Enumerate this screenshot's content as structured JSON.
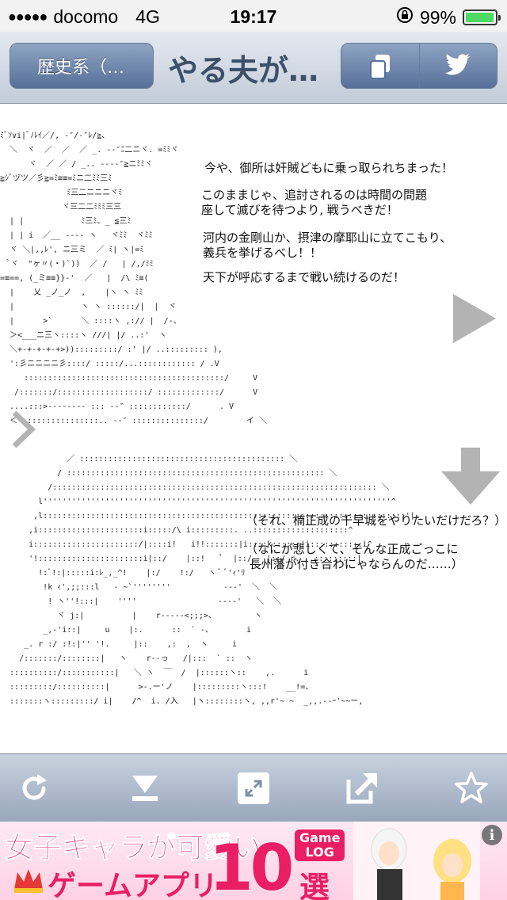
{
  "status": {
    "carrier": "docomo",
    "network": "4G",
    "time": "19:17",
    "battery": "99%"
  },
  "navbar": {
    "back_label": "歴史系（…",
    "title": "やる夫が…"
  },
  "aa_top": "ﾐﾞｿvi|ﾞﾉﾚｲ／/, -″/-″ﾚ/≧、\n  ＼  ヾ  ／  ／  ／ _. -‐″ﾆ二ニヾ. =ﾐﾐヾ\n      ヾ  ／ ／ / _.. -‐‐‐″≧ニﾐﾐヾ\n≧ｼﾞヅツ／彡≧=ﾐ≡≡=ﾐニ二ﾐﾐ三ﾐ\n              ﾐ三二ニニニヾﾐ\n             ヾ三二二ﾐﾐﾐ三三\n  | |            ﾐ三ﾐ、_ ≦三ﾐ\n  | | i  ／__ ---- ヽ   ヾﾐﾐ  ヾﾐﾐ\n  ヾ ＼|,,ﾚ', ニ三ミ  ／ ﾐ| ヽ|=ﾐ\n  ﾟヾ  \"ヶ〃(・)`))  ／ /   | /,/ﾐﾐ\n=≡==, (_ミ≡≡}}-'  ／   |  /\\ ﾐ≡(\n  |    乂 _ノ_ノ  ,    |ヽ ヽ ﾐﾐ\n  |              ヽ ヽ ::::::/|  |  ヾ\n  |      >`      ＼ ::::ヽ ,:// |  /-、\n  ＞<___ニ三ヽ::::ヽ ///| |/ ..:'  ヽ\n  ＼+-+-+-+-+>)):::::::::/ :' |/ ..::::::::: ),\n  ':彡ニニニニ彡::::/ :::::/...:::::::::::: / .V\n     ::::::::::::::::::::::::::::::::::::::::::/     V\n   /:::::::/:::::::::::::::::::/ :::::::::::::/      V\n  ....:::>-------- ::: -‐″ ::::::::::::/      . V\n  ＜ ::::::::::::::::.. -‐″ :::::::::::::::/        イ ＼",
  "dialog_top": [
    "今や、御所は奸賊どもに乗っ取られちまった！",
    "このままじゃ、追討されるのは時間の問題\n座して滅びを待つより, 戦うべきだ！",
    "河内の金剛山か、摂津の摩耶山に立てこもり、\n義兵を挙げるべし！！",
    "天下が呼応するまで戦い続けるのだ！"
  ],
  "aa_bottom": "              ／ ::::::::::::::::::::::::::::::::::::::::::: ＼\n            / :::::::::::::::::::::::::::::::::::::::::::::::::::::: ＼\n          /:::::::::::::::::::::::::::::::::::::::::::::::::::::::::::::::::::: ＼\n        l'''''''''''''''''''''''''''''''''''''''''''''''''''''''''''''''''''''''''^\n       ,l::::::::::::::::::::::::::::::::::::::::::::::::::::::::::::::::::::::::::::'|\n      ,i::::::::::::::::::::::i:::::/\\ i:::::::::. ..::::::::::::::::::::^\n      i::::::::::::::::::::::/|::::i!   i!!:::::::|i::::k::::::|i:::::::::::i^\n      '!::::::::::::::::::::::i|::/    |::!   ﾟ  |::/   |::/ r.  ,:::::::::|\n        !:ﾞ!:|:::::i:ﾚ_,_^!    |:/    !:/   ヽ ﾞ ﾞ'ｨ'ﾘ\n         !k ｨ',;;:::l   ‐ ~`''''''''           ---'  ＼  ＼\n          ! ヽ''!:::|    ''''                 ----'   ＼  ＼\n            ヾ j:|          |    r-----<;;;>、        ヽ\n         _,-'i::|     u    |:.      ::  ` -、       i\n     _. r :/ :!:|'' '!.     |::    ,:  ,  ヽ     i\n    /:::::::/::::::::|   ヽ    r--っ   /|:::  ` ::  ヽ\n  ::::::::::/:::::::::::|   ＼ ヽ  ￣  /  |::::::ヽ::    ,.      i\n  :::::::::/::::::::::|      >-.ー'ノ    |:::::::::ヽ:::!    __!=、\n  :::::::ヽ:::::::::/ i|    /^  i. /入   |ヽ::::::::ヽ, ,,r'~ ~  _,,.--ｰ'~~ー,",
  "dialog_bottom": [
    "（それ、楠正成の千早城をやりたいだけだろ？）",
    "（なにが悲しくて、そんな正成ごっこに\n 長州藩が付き合わにゃならんのだ……）"
  ],
  "ad": {
    "line1": "女子キャラが可愛い",
    "line2": "ゲームアプリ",
    "number": "10",
    "suffix": "選",
    "logo": "Game\nLOG",
    "info": "i"
  },
  "colors": {
    "nav_title": "#3e4f69",
    "arrow": "#b3b3b3",
    "ad_pink": "#e91e63"
  }
}
